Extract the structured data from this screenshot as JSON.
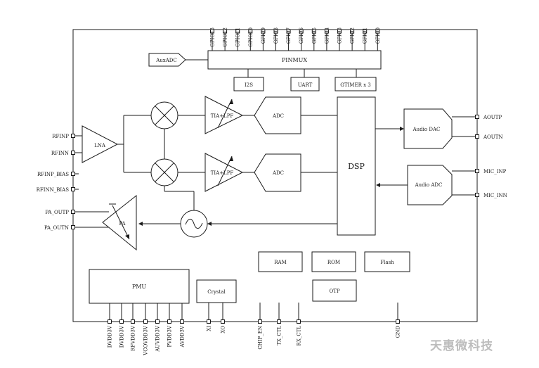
{
  "blocks": {
    "aux_adc": "AuxADC",
    "pinmux": "PINMUX",
    "i2s": "I2S",
    "uart": "UART",
    "gtimer": "GTIMER x 3",
    "lna": "LNA",
    "tia_lpf_top": "TIA+LPF",
    "tia_lpf_bottom": "TIA+LPF",
    "adc_top": "ADC",
    "adc_bottom": "ADC",
    "dsp": "DSP",
    "audio_dac": "Audio DAC",
    "audio_adc": "Audio ADC",
    "pa": "PA",
    "ram": "RAM",
    "rom": "ROM",
    "flash": "Flash",
    "otp": "OTP",
    "pmu": "PMU",
    "crystal": "Crystal"
  },
  "gpio_pins": [
    "GPIO13",
    "GPIO12",
    "GPIO11",
    "GPIO10",
    "GPIO9",
    "GPIO8",
    "GPIO7",
    "GPIO6",
    "GPIO5",
    "GPIO4",
    "GPIO3",
    "GPIO2",
    "GPIO1",
    "GPIO0"
  ],
  "left_pins": [
    "RFINP",
    "RFINN",
    "RFINP_BIAS",
    "RFINN_BIAS",
    "PA_OUTP",
    "PA_OUTN"
  ],
  "right_pins": [
    "AOUTP",
    "AOUTN",
    "MIC_INP",
    "MIC_INN"
  ],
  "bottom_pins": [
    "DVDD3V",
    "DVDD3V",
    "RFVDD3V",
    "VCOVDD3V",
    "AUVDD3V",
    "PVDD3V",
    "AVDD3V",
    "XI",
    "XO",
    "CHIP_EN",
    "TX_CTL",
    "RX_CTL",
    "GND"
  ],
  "watermark": "天惠微科技"
}
